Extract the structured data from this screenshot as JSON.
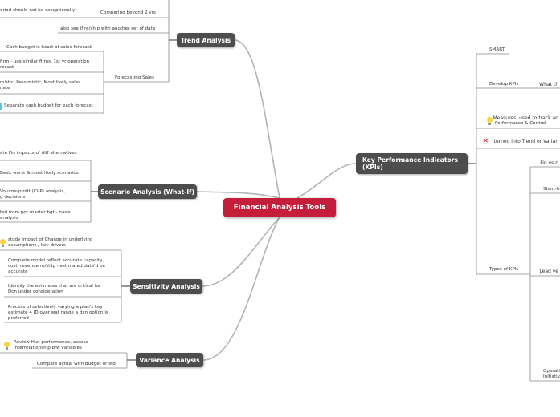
{
  "central": "Financial Analysis Tools",
  "trend": {
    "label": "Trend Analysis",
    "items": [
      "eriod should not be exceptional yr",
      "Comparing beyond 2 yrs",
      "also see if re/ship with another set of data",
      "Forecasting Sales"
    ],
    "forecast": [
      "Cash budget is heart of sales forecast",
      "firm - use similar firms' 1st yr operation",
      "recast",
      "mistic, Pessimistic, Most likely sales",
      "nate",
      "Separate cash budget for each forecast"
    ]
  },
  "scenario": {
    "label": "Scenario Analysis (What-If)",
    "items": [
      "ate Fin impacts of diff alternatives",
      "Best, worst & most likely scenarios",
      "Volume-profit (CVP) analysis,",
      "g decisions",
      "ted from ppr master bgt - basis",
      " analysis"
    ]
  },
  "sensitivity": {
    "label": "Sensitivity Analysis",
    "items": [
      "study impact of Change in underlying",
      "assumptions / key drivers",
      "Complete model reflect accurate capacity,",
      "cost, revenue re/ship - estimated data'd be",
      "accurate",
      "Identify the estimates that are critical for",
      "Dcn under consideration",
      "Process of selectively varying a plan's key",
      "estimate 4 ID over wat range a dcn option is",
      "preferred"
    ]
  },
  "variance": {
    "label": "Variance Analysis",
    "items": [
      "Review Hist performance, assess",
      "interrelationship b/w variables",
      "Compare actual with Budget or std"
    ]
  },
  "kpi": {
    "label": "Key Performance Indicators (KPIs)",
    "items": [
      "SMART",
      "Develop KPIs",
      "What th",
      "Measures  used to track an",
      "Performance & Control",
      "turned into Trend or Varian",
      "Types of KPIs"
    ],
    "types": [
      "Fin vs n",
      "Short-b",
      "Lead ve",
      "Operati",
      "Initiativ"
    ]
  }
}
